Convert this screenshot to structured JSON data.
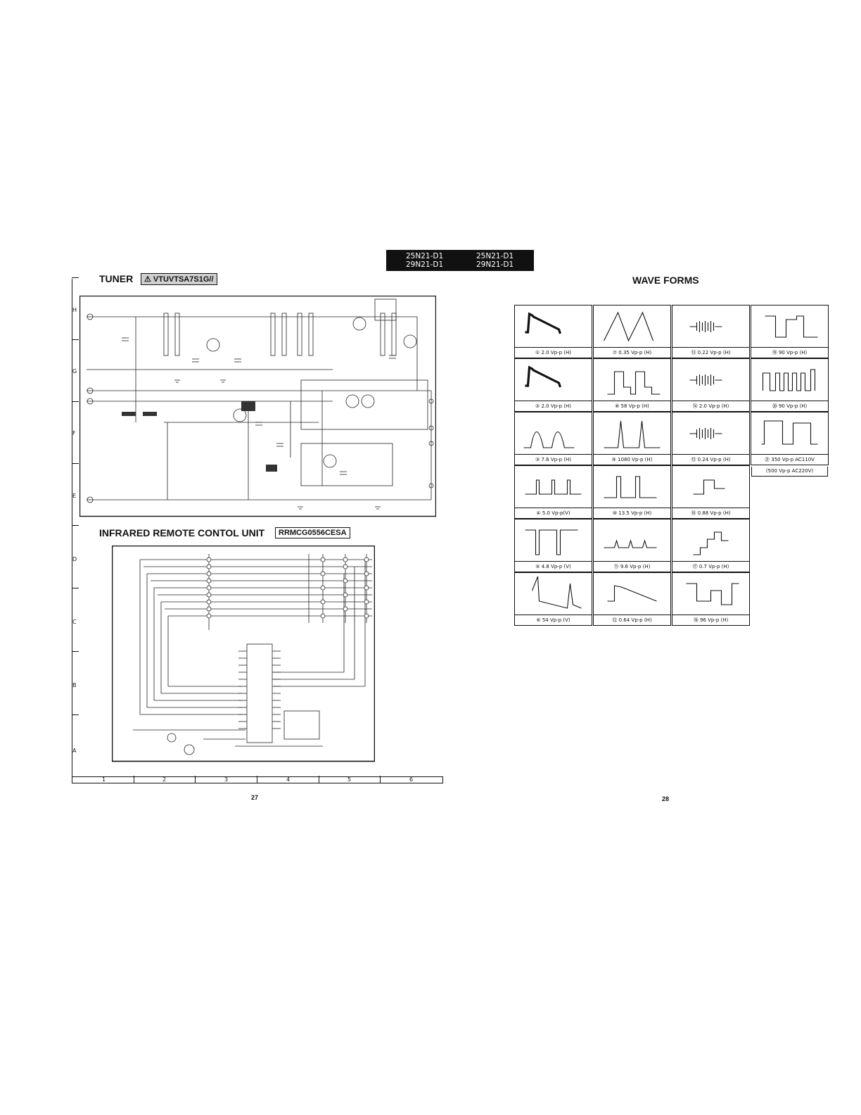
{
  "header": {
    "models_left": [
      "25N21-D1",
      "29N21-D1"
    ],
    "models_right": [
      "25N21-D1",
      "29N21-D1"
    ]
  },
  "tuner": {
    "title": "TUNER",
    "part_number": "⚠ VTUVTSA7S1G//"
  },
  "remote": {
    "title": "INFRARED REMOTE CONTOL UNIT",
    "part_number": "RRMCG0556CESA"
  },
  "grid": {
    "rows": [
      "H",
      "G",
      "F",
      "E",
      "D",
      "C",
      "B",
      "A"
    ],
    "columns": [
      "1",
      "2",
      "3",
      "4",
      "5",
      "6"
    ]
  },
  "waveforms": {
    "title": "WAVE FORMS",
    "items": [
      {
        "label": "① 2.0 Vp-p (H)",
        "shape": "staircase-ramp"
      },
      {
        "label": "⑦ 0.35 Vp-p (H)",
        "shape": "sawtooth-peaks"
      },
      {
        "label": "⑬ 0.22 Vp-p (H)",
        "shape": "burst"
      },
      {
        "label": "⑲ 90 Vp-p (H)",
        "shape": "step-pulse"
      },
      {
        "label": "② 2.0 Vp-p (H)",
        "shape": "staircase-ramp"
      },
      {
        "label": "⑧ 58 Vp-p (H)",
        "shape": "double-pulse"
      },
      {
        "label": "⑭ 2.0 Vp-p (H)",
        "shape": "burst"
      },
      {
        "label": "⑳ 90 Vp-p (H)",
        "shape": "multi-pulse"
      },
      {
        "label": "③ 7.6 Vp-p (H)",
        "shape": "arches"
      },
      {
        "label": "⑨ 1080 Vp-p (H)",
        "shape": "spikes"
      },
      {
        "label": "⑮ 0.24 Vp-p (H)",
        "shape": "burst"
      },
      {
        "label": "㉑ 350 Vp-p AC110V",
        "extra": "(500 Vp-p AC220V)",
        "shape": "square-pulse"
      },
      {
        "label": "④ 5.0 Vp-p(V)",
        "shape": "narrow-pulses"
      },
      {
        "label": "⑩ 13.5 Vp-p (H)",
        "shape": "double-narrow"
      },
      {
        "label": "⑯ 0.88 Vp-p (H)",
        "shape": "step-small"
      },
      {
        "label": "⑤ 4.8 Vp-p (V)",
        "shape": "inverted-pulses"
      },
      {
        "label": "⑪ 9.6 Vp-p (H)",
        "shape": "small-bumps"
      },
      {
        "label": "⑰ 0.7 Vp-p (H)",
        "shape": "staircase-up"
      },
      {
        "label": "⑥ 54 Vp-p (V)",
        "shape": "vertical-sawtooth"
      },
      {
        "label": "⑫ 0.64 Vp-p (H)",
        "shape": "descending-steps"
      },
      {
        "label": "⑱ 96 Vp-p (H)",
        "shape": "inverted-steps"
      }
    ]
  },
  "pages": {
    "left": "27",
    "right": "28"
  }
}
